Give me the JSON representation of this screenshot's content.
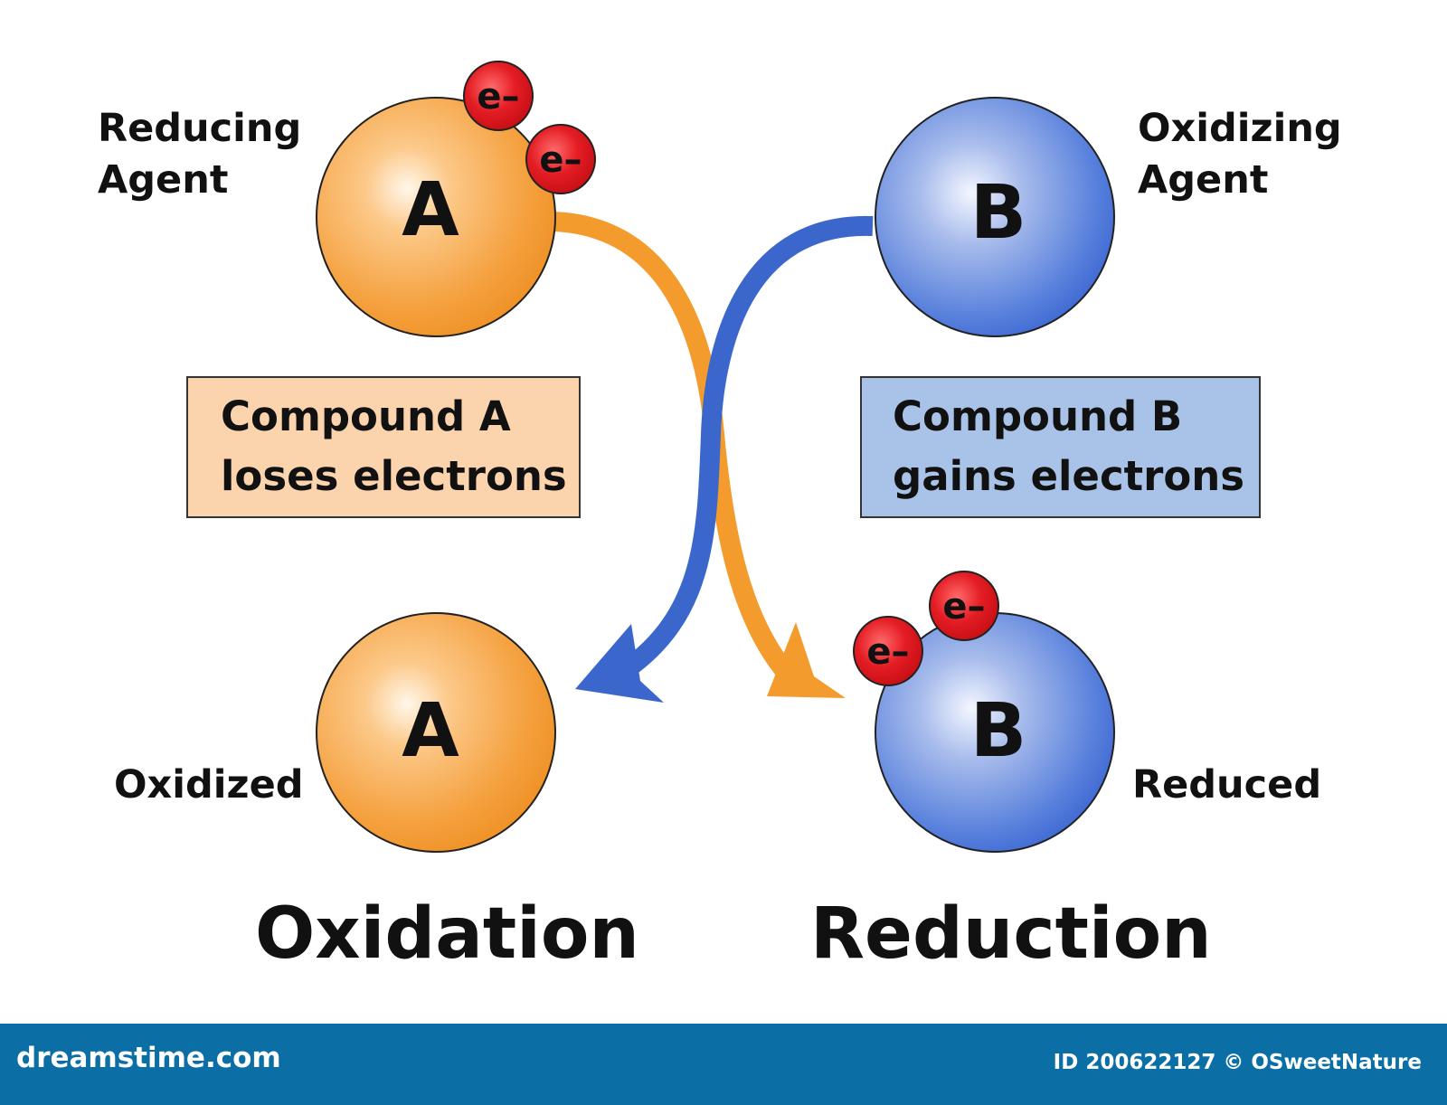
{
  "labels": {
    "reducing_agent": [
      "Reducing",
      "Agent"
    ],
    "oxidizing_agent": [
      "Oxidizing",
      "Agent"
    ],
    "oxidized": "Oxidized",
    "reduced": "Reduced"
  },
  "atoms": {
    "a_letter": "A",
    "b_letter": "B",
    "electron": "e–"
  },
  "boxes": {
    "compound_a": [
      "Compound A",
      "loses electrons"
    ],
    "compound_b": [
      "Compound B",
      "gains electrons"
    ]
  },
  "titles": {
    "oxidation": "Oxidation",
    "reduction": "Reduction"
  },
  "footer": {
    "logo": "dreamstime.com",
    "id_text": "ID 200622127 © OSweetNature"
  },
  "colors": {
    "orange": "#f39c2d",
    "blue": "#3b67cc",
    "electron_red": "#e0141a",
    "box_a_fill": "#fbd3ad",
    "box_b_fill": "#a9c3e8",
    "footer_bg": "#0b6fa6"
  }
}
